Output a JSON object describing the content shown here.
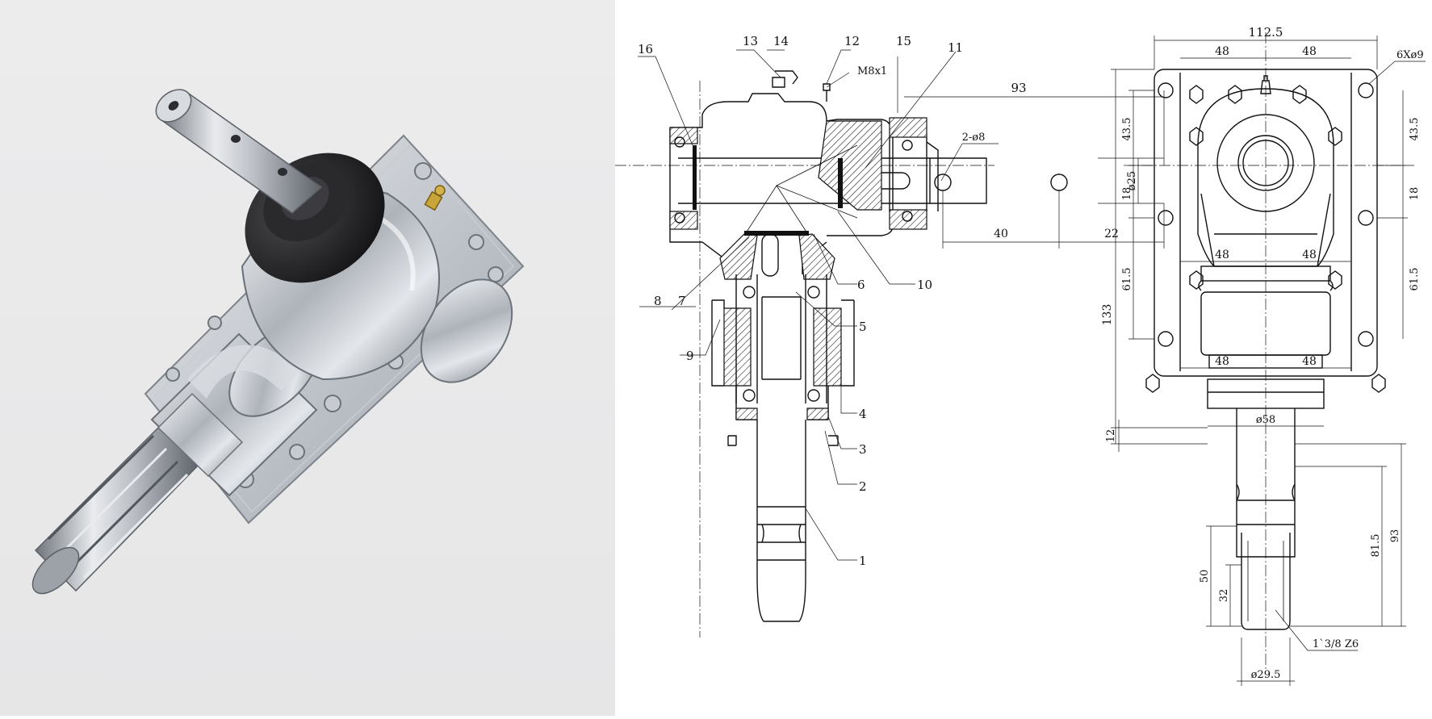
{
  "part_labels": [
    "1",
    "2",
    "3",
    "4",
    "5",
    "6",
    "7",
    "8",
    "9",
    "10",
    "11",
    "12",
    "13",
    "14",
    "15",
    "16"
  ],
  "thread_note": "M8x1",
  "section_view": {
    "dim_93": "93",
    "dim_2xd8": "2-ø8",
    "dim_d25": "ø25",
    "dim_40": "40",
    "dim_22": "22"
  },
  "side_view": {
    "dim_112_5": "112.5",
    "dim_48": "48",
    "dim_6xd9": "6Xø9",
    "dim_43_5": "43.5",
    "dim_18": "18",
    "dim_61_5": "61.5",
    "dim_133": "133",
    "dim_12": "12",
    "dim_d58": "ø58",
    "dim_93_lower": "93",
    "dim_81_5": "81.5",
    "dim_50": "50",
    "dim_32": "32",
    "dim_spline": "1`3/8 Z6",
    "dim_d29_5": "ø29.5"
  },
  "colors": {
    "background": "#ffffff",
    "line": "#111111",
    "photo_bg": "#e9e9ea"
  }
}
